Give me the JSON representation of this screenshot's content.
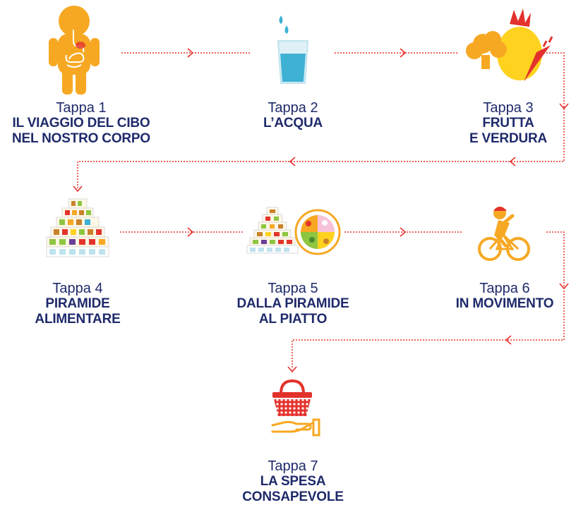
{
  "colors": {
    "accent_red": "#e3322c",
    "navy": "#1f2a6b",
    "orange": "#f7a823",
    "yellow": "#ffd21f",
    "water": "#3fb1d4",
    "green": "#8ec641"
  },
  "steps": [
    {
      "number": "Tappa 1",
      "title_lines": [
        "IL VIAGGIO DEL CIBO",
        "NEL NOSTRO CORPO"
      ],
      "icon": "child-digestive-system-icon"
    },
    {
      "number": "Tappa 2",
      "title_lines": [
        "L’ACQUA"
      ],
      "icon": "water-glass-icon"
    },
    {
      "number": "Tappa 3",
      "title_lines": [
        "FRUTTA",
        "E VERDURA"
      ],
      "icon": "fruit-vegetables-icon"
    },
    {
      "number": "Tappa 4",
      "title_lines": [
        "PIRAMIDE",
        "ALIMENTARE"
      ],
      "icon": "food-pyramid-icon"
    },
    {
      "number": "Tappa 5",
      "title_lines": [
        "DALLA PIRAMIDE",
        "AL PIATTO"
      ],
      "icon": "pyramid-plate-icon"
    },
    {
      "number": "Tappa 6",
      "title_lines": [
        "IN MOVIMENTO"
      ],
      "icon": "cyclist-icon"
    },
    {
      "number": "Tappa 7",
      "title_lines": [
        "LA SPESA",
        "CONSAPEVOLE"
      ],
      "icon": "shopping-basket-icon"
    }
  ]
}
